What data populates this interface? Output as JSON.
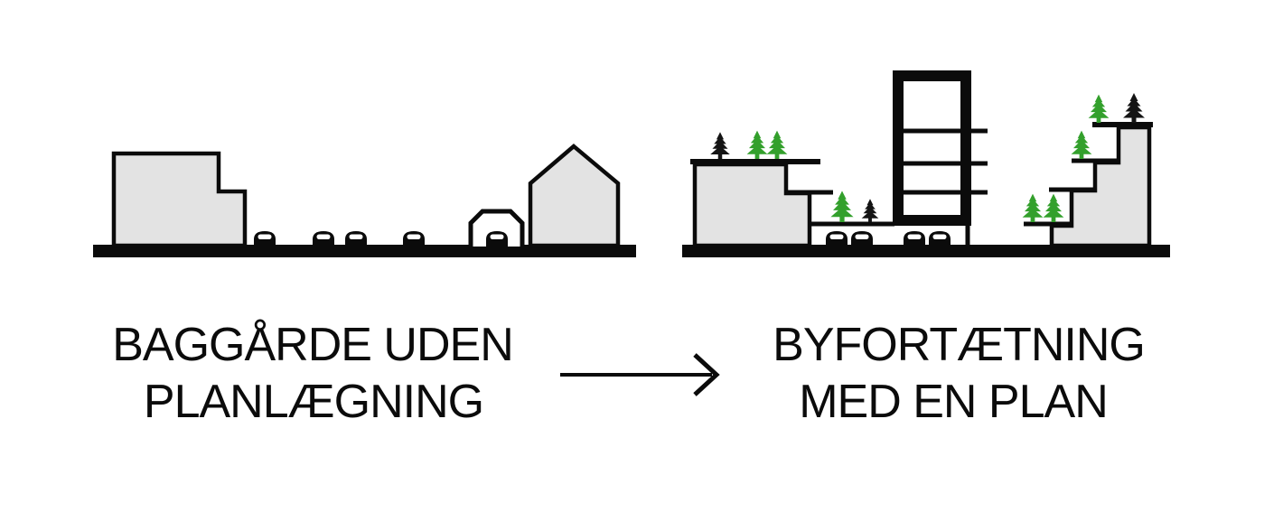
{
  "scenes": {
    "before": {
      "caption_line1": "BAGGÅRDE UDEN",
      "caption_line2": "PLANLÆGNING",
      "elements": [
        "l-shaped-building",
        "parked-cars",
        "carport-with-car",
        "pitched-roof-house",
        "ground-line"
      ]
    },
    "after": {
      "caption_line1": "BYFORTÆTNING",
      "caption_line2": "MED EN PLAN",
      "elements": [
        "terraced-building-with-rooftop-trees",
        "deck-with-trees-over-parking",
        "multi-storey-tower-on-pilotis",
        "stepped-terrace-building-with-trees",
        "ground-line"
      ]
    }
  },
  "arrow": {
    "direction": "left-to-right"
  },
  "colors": {
    "background": "#ffffff",
    "outline": "#0b0b0b",
    "building_fill": "#e3e3e3",
    "tree_green": "#33a02c",
    "tree_dark": "#141414",
    "text": "#0b0b0b"
  }
}
